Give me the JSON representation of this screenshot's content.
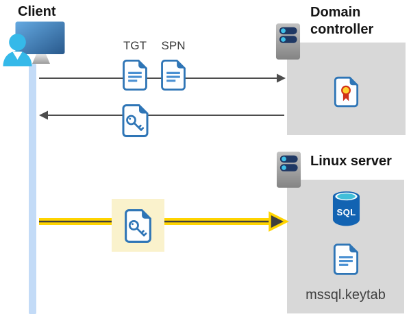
{
  "client": {
    "label": "Client"
  },
  "messages": {
    "tgt_label": "TGT",
    "spn_label": "SPN"
  },
  "domain_controller": {
    "title": "Domain controller"
  },
  "linux_server": {
    "title": "Linux server",
    "sql_label": "SQL",
    "keytab_label": "mssql.keytab"
  },
  "colors": {
    "doc_border_blue": "#2e75b6",
    "doc_line_blue": "#4a90d2",
    "arrow_gray": "#4d4d4d",
    "accent_yellow": "#ffd400",
    "highlight_yellow": "#faf2cc",
    "panel_gray": "#d8d8d8",
    "lifeline_blue": "#c3dbf7",
    "person_cyan": "#35b9e9",
    "server_slot_navy": "#1f3864",
    "server_dot_cyan": "#3fbfe8",
    "sql_body_blue": "#1263b2",
    "sql_top_cyan": "#41bfd9",
    "certificate_yellow": "#ffd02e",
    "certificate_red": "#ce2f1b"
  }
}
